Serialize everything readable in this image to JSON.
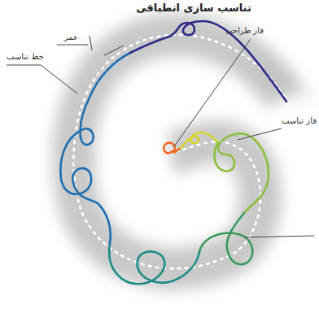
{
  "diagram": {
    "title": "تناسب سازی انطباقی",
    "labels": [
      "عمر",
      "خط تناسب",
      "فاز طراحی",
      "فاز تناسب"
    ]
  }
}
